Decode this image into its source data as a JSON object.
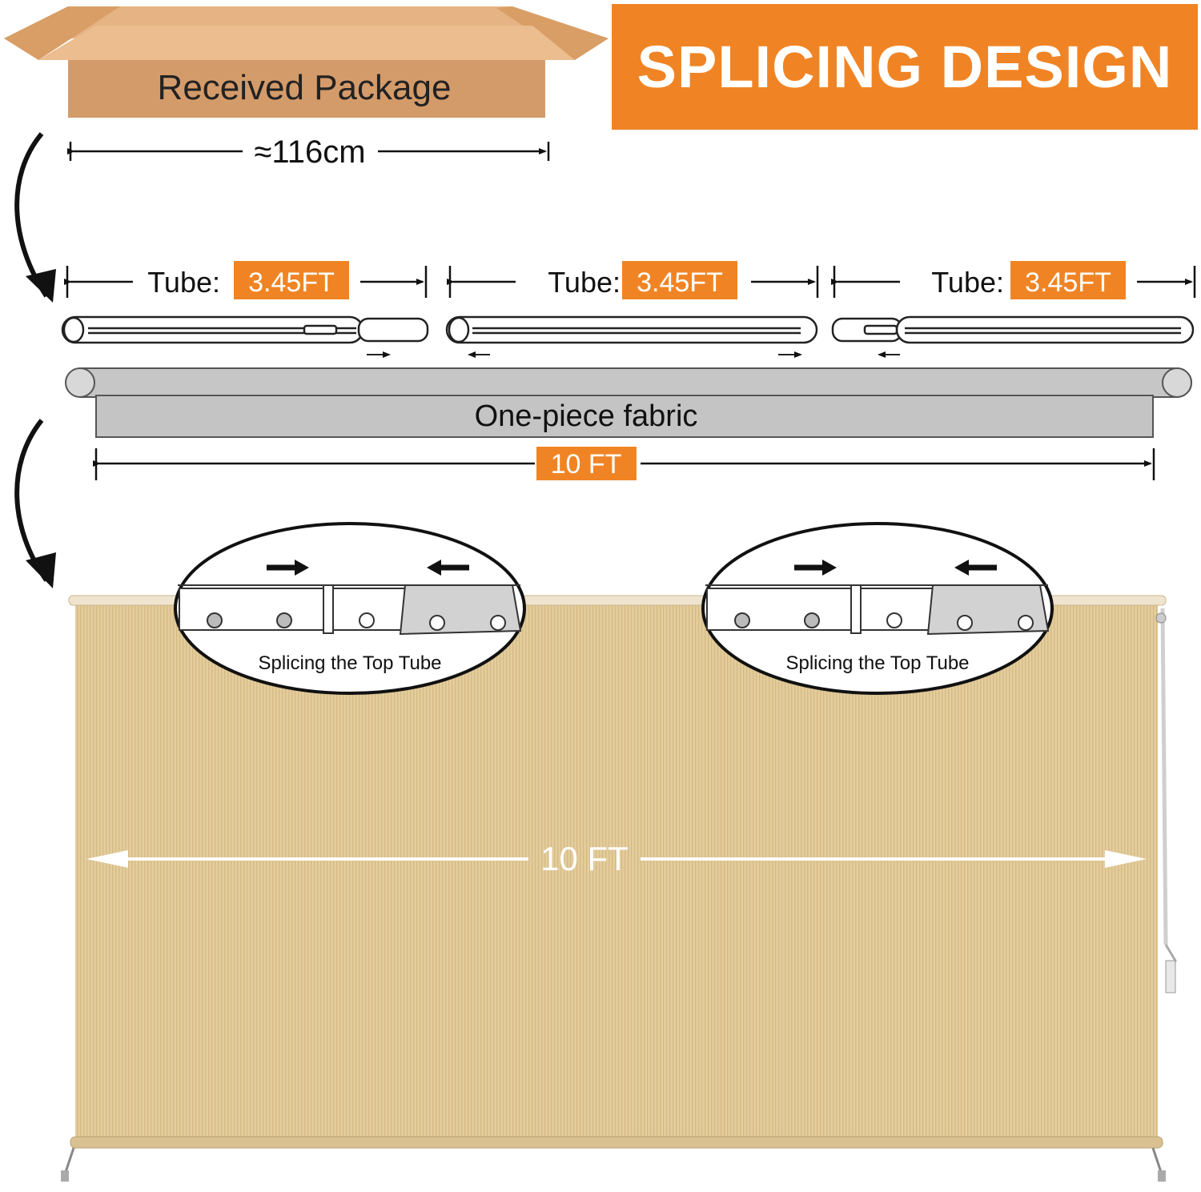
{
  "title": "SPLICING DESIGN",
  "package": {
    "label": "Received Package",
    "length_label": "≈116cm"
  },
  "tubes": [
    {
      "label": "Tube:",
      "length": "3.45FT"
    },
    {
      "label": "Tube:",
      "length": "3.45FT"
    },
    {
      "label": "Tube:",
      "length": "3.45FT"
    }
  ],
  "fabric": {
    "label": "One-piece fabric",
    "width_label": "10 FT"
  },
  "shade": {
    "width_label": "10 FT"
  },
  "callouts": [
    {
      "label": "Splicing the Top Tube"
    },
    {
      "label": "Splicing the Top Tube"
    }
  ],
  "colors": {
    "accent": "#f08424",
    "box_front": "#d49b6a",
    "box_flap": "#e8b98a",
    "shade": "#e4cd9c",
    "fabric_gray": "#c4c4c4",
    "connector_gray": "#d2d2d2"
  }
}
